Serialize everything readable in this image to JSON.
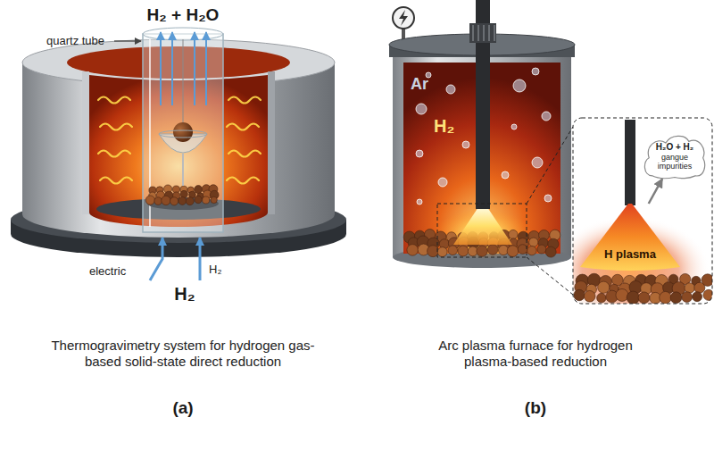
{
  "diagram": {
    "nodes": [
      {
        "text": [
          "H₂O + H₂",
          "gangue impurities"
        ]
      },
      {
        "text": [
          "H plasma"
        ]
      }
    ],
    "edges": [
      {
        "from": 1,
        "to": 0,
        "arrow": "to"
      }
    ],
    "labels": [
      "H₂ + H₂O",
      "quartz tube",
      "electric",
      "H₂",
      "H₂",
      "Thermogravimetry system for hydrogen gas-based solid-state direct reduction",
      "(a)",
      "Ar",
      "H₂",
      "Arc plasma furnace for hydrogen plasma-based reduction",
      "(b)"
    ]
  }
}
